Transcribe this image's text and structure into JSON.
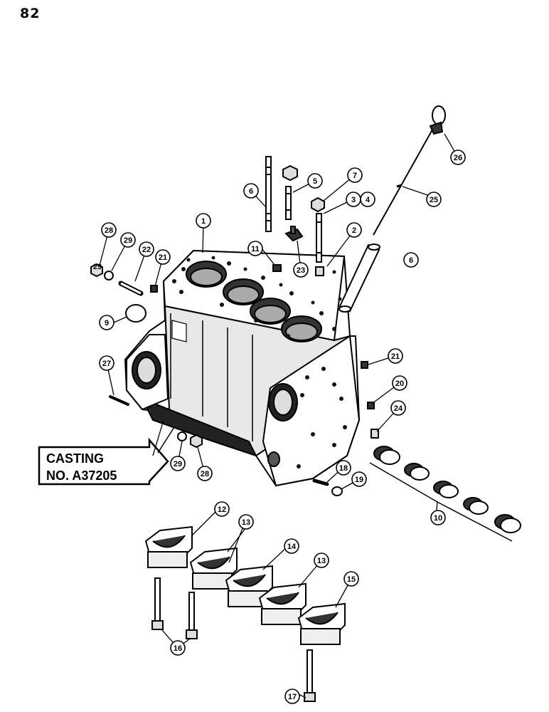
{
  "page": {
    "number": "82"
  },
  "casting_label": {
    "line1": "CASTING",
    "line2": "NO. A37205"
  },
  "callouts": {
    "c1": "1",
    "c2": "2",
    "c3": "3",
    "c4": "4",
    "c5": "5",
    "c6a": "6",
    "c6b": "6",
    "c7": "7",
    "c9": "9",
    "c10": "10",
    "c11": "11",
    "c12": "12",
    "c13a": "13",
    "c13b": "13",
    "c14": "14",
    "c15": "15",
    "c16": "16",
    "c17": "17",
    "c18": "18",
    "c19": "19",
    "c20": "20",
    "c21a": "21",
    "c21b": "21",
    "c22": "22",
    "c23": "23",
    "c24": "24",
    "c25": "25",
    "c26": "26",
    "c27": "27",
    "c28a": "28",
    "c28b": "28",
    "c29a": "29",
    "c29b": "29",
    "c29c": "29"
  }
}
